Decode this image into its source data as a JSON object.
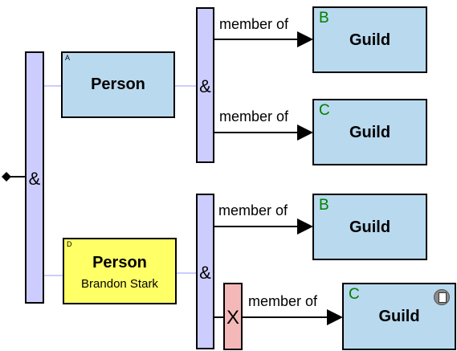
{
  "operators": {
    "and": "&",
    "not": "X"
  },
  "relation": {
    "label": "member of"
  },
  "entities": {
    "person_a": {
      "tag": "A",
      "title": "Person"
    },
    "person_d": {
      "tag": "D",
      "title": "Person",
      "subtitle": "Brandon Stark"
    },
    "guild_b1": {
      "tag": "B",
      "title": "Guild"
    },
    "guild_c1": {
      "tag": "C",
      "title": "Guild"
    },
    "guild_b2": {
      "tag": "B",
      "title": "Guild"
    },
    "guild_c2": {
      "tag": "C",
      "title": "Guild",
      "icon": "document-icon"
    }
  },
  "colors": {
    "and_bar": "#ccccff",
    "entity": "#b9d9ee",
    "entity_highlight": "#ffff66",
    "negation": "#f4b8b8",
    "tag_green": "#008000"
  }
}
